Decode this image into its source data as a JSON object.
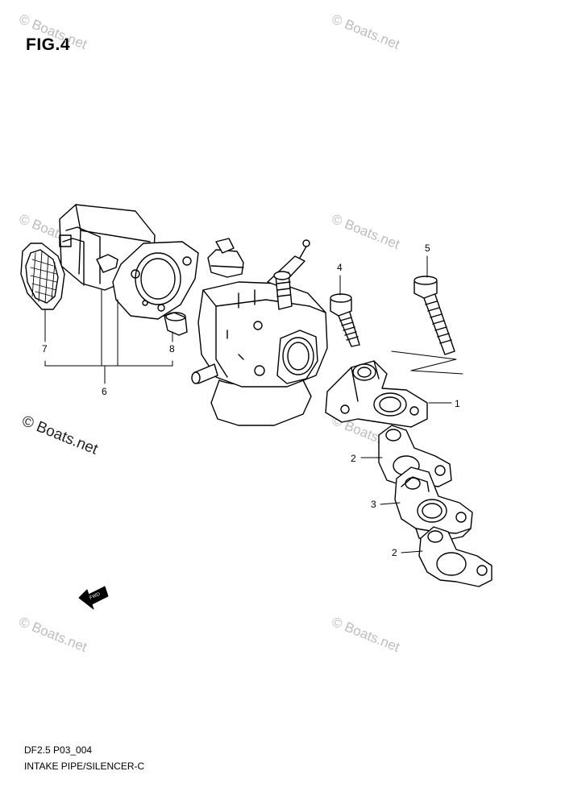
{
  "figure": {
    "title": "FIG.4",
    "code": "DF2.5 P03_004",
    "caption": "INTAKE PIPE/SILENCER-C"
  },
  "watermark": {
    "text": "© Boats.net"
  },
  "callouts": {
    "c1": "1",
    "c2a": "2",
    "c2b": "2",
    "c3": "3",
    "c4": "4",
    "c5": "5",
    "c6": "6",
    "c7": "7",
    "c8": "8"
  },
  "fwd": {
    "label": "FWD"
  }
}
